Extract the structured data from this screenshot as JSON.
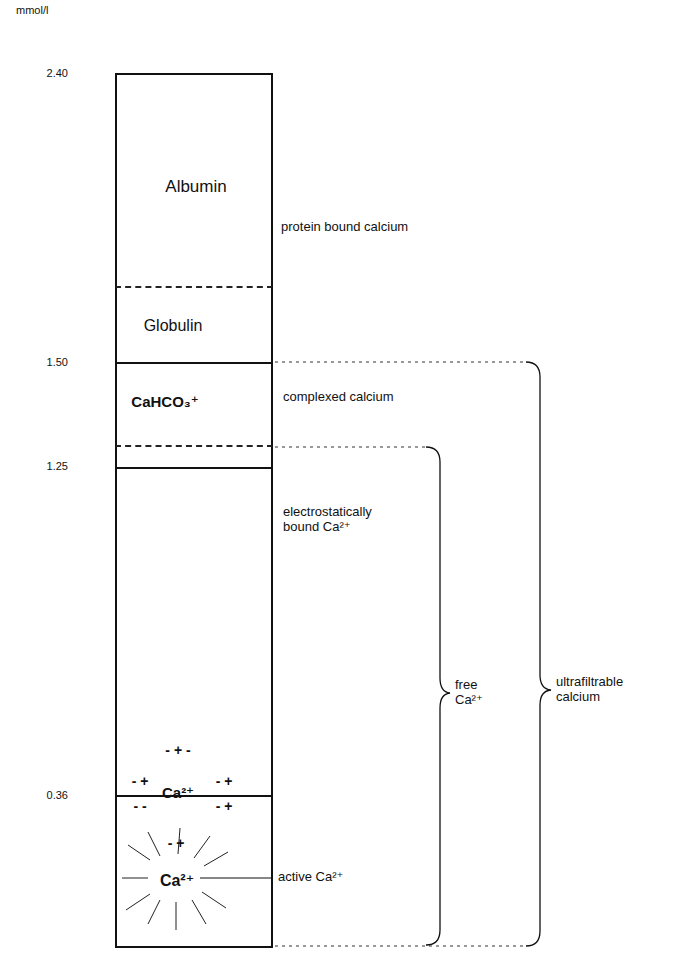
{
  "diagram": {
    "nodes": [
      {
        "text": [
          "Albumin"
        ]
      },
      {
        "text": [
          "Globulin"
        ]
      },
      {
        "text": [
          "CaHCO₃⁺"
        ]
      },
      {
        "text": [
          "Ca²⁺"
        ]
      },
      {
        "text": [
          "Ca²⁺"
        ]
      }
    ],
    "labels": [
      "mmol/l",
      "2.40",
      "1.50",
      "1.25",
      "0.36",
      "protein bound calcium",
      "complexed calcium",
      "electrostatically bound Ca²⁺",
      "active Ca²⁺",
      "free Ca²⁺",
      "ultrafiltrable calcium",
      "- + -",
      "- +",
      "- +",
      "- -",
      "- +",
      "- +"
    ]
  }
}
